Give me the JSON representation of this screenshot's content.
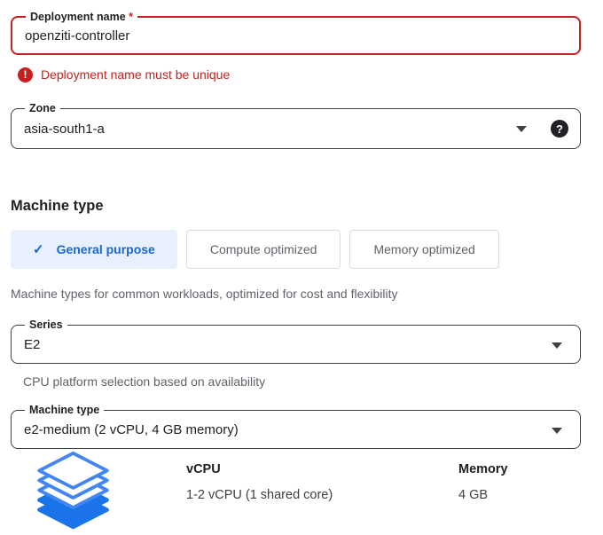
{
  "deployment_field": {
    "label": "Deployment name",
    "required_marker": "*",
    "value": "openziti-controller",
    "error_icon": "!",
    "error_message": "Deployment name must be unique"
  },
  "zone_field": {
    "label": "Zone",
    "value": "asia-south1-a",
    "help_icon": "?"
  },
  "machine_type_section": {
    "heading": "Machine type",
    "tabs": [
      {
        "label": "General purpose",
        "selected": true,
        "check_icon": "✓"
      },
      {
        "label": "Compute optimized",
        "selected": false
      },
      {
        "label": "Memory optimized",
        "selected": false
      }
    ],
    "description": "Machine types for common workloads, optimized for cost and flexibility",
    "series_field": {
      "label": "Series",
      "value": "E2",
      "helper": "CPU platform selection based on availability"
    },
    "machine_type_field": {
      "label": "Machine type",
      "value": "e2-medium (2 vCPU, 4 GB memory)"
    },
    "specs": {
      "icon": "machine-series-stack-icon",
      "vcpu_header": "vCPU",
      "vcpu_value": "1-2 vCPU (1 shared core)",
      "memory_header": "Memory",
      "memory_value": "4 GB"
    }
  },
  "colors": {
    "error_red": "#c5221f",
    "accent_blue": "#1967d2",
    "selected_tab_bg": "#e8f0fe",
    "stack_fill_blue": "#1a73e8",
    "stack_outline_blue": "#4285f4",
    "muted_gray": "#5f6368",
    "border_dark": "#3c4043"
  }
}
